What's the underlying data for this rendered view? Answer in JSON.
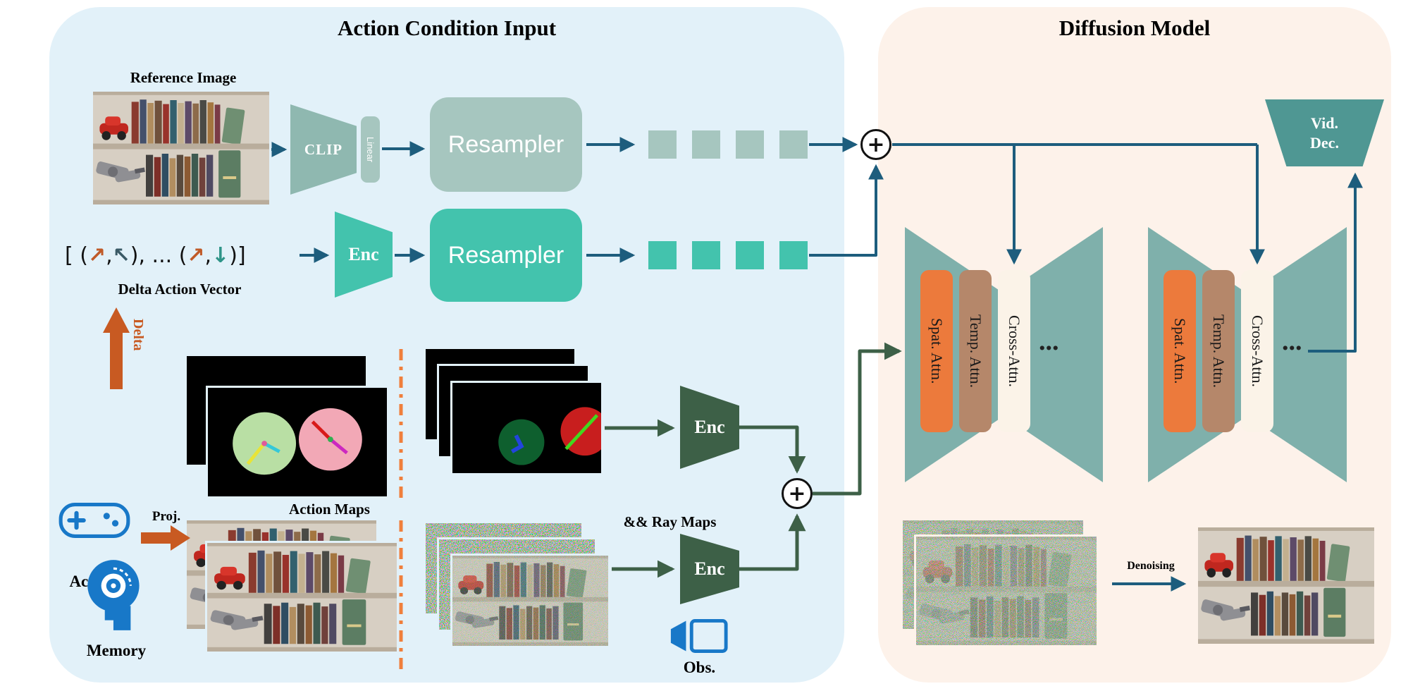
{
  "colors": {
    "panel-left": "#e2f1f9",
    "panel-right": "#fdf2ea",
    "sage": "#a6c6bf",
    "sage-dark": "#8fb8b0",
    "turquoise": "#43c3ad",
    "dgreen": "#3d6047",
    "spat-orange": "#ec7a3c",
    "tan": "#b5876a",
    "cream-pill": "#fbf3e8",
    "hourglass": "#7fb0ab",
    "viddec": "#4f9793",
    "blue-arrow": "#1d5d7d",
    "orange-arrow": "#c85a22",
    "icon-blue": "#1878c8"
  },
  "left_panel": {
    "title": "Action Condition Input",
    "reference_image_label": "Reference Image",
    "clip": "CLIP",
    "linear": "Linear",
    "resampler_top": "Resampler",
    "resampler_mid": "Resampler",
    "enc_vector": "Enc",
    "enc_maps": "Enc",
    "enc_obs": "Enc",
    "delta_vector": {
      "open": "[ (",
      "arrow1": "↗",
      "comma1": ",",
      "arrow2": "↖",
      "mid": "), ... (",
      "arrow3": "↗",
      "comma2": ",",
      "arrow4": "↓",
      "close": ")]"
    },
    "delta_action_vector_label": "Delta Action Vector",
    "delta_label": "Delta",
    "proj_label": "Proj.",
    "actions_label": "Actions",
    "action_maps_label": "Action Maps",
    "ray_maps_label": "&& Ray Maps",
    "memory_label": "Memory",
    "obs_label": "Obs.",
    "sum_top": "+",
    "sum_maps": "+"
  },
  "right_panel": {
    "title": "Diffusion Model",
    "spat_attn": "Spat. Attn.",
    "temp_attn": "Temp. Attn.",
    "cross_attn": "Cross-Attn.",
    "ellipsis_1": "...",
    "ellipsis_2": "...",
    "vid_dec_line1": "Vid.",
    "vid_dec_line2": "Dec.",
    "denoising_label": "Denoising"
  }
}
